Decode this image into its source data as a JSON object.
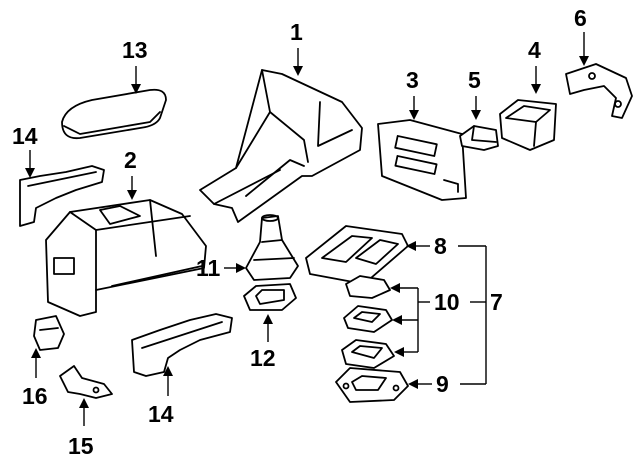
{
  "callouts": [
    {
      "id": "1",
      "label": "1"
    },
    {
      "id": "2",
      "label": "2"
    },
    {
      "id": "3",
      "label": "3"
    },
    {
      "id": "4",
      "label": "4"
    },
    {
      "id": "5",
      "label": "5"
    },
    {
      "id": "6",
      "label": "6"
    },
    {
      "id": "7",
      "label": "7"
    },
    {
      "id": "8",
      "label": "8"
    },
    {
      "id": "9",
      "label": "9"
    },
    {
      "id": "10",
      "label": "10"
    },
    {
      "id": "11",
      "label": "11"
    },
    {
      "id": "12",
      "label": "12"
    },
    {
      "id": "13",
      "label": "13"
    },
    {
      "id": "14a",
      "label": "14"
    },
    {
      "id": "14b",
      "label": "14"
    },
    {
      "id": "15",
      "label": "15"
    },
    {
      "id": "16",
      "label": "16"
    }
  ]
}
